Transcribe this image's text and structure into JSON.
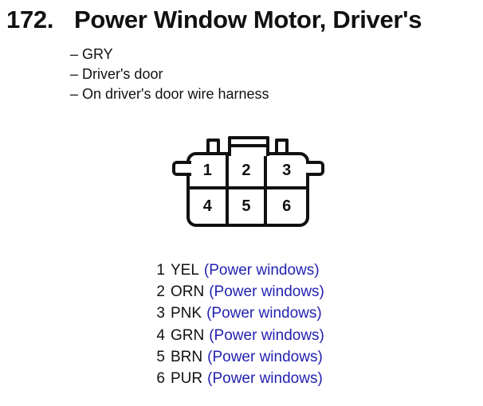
{
  "page": {
    "heading_number": "172.",
    "heading_title": "Power Window Motor, Driver's",
    "bullet_dash": "–",
    "details": [
      "GRY",
      "Driver's door",
      "On driver's door wire harness"
    ]
  },
  "connector": {
    "pins": [
      "1",
      "2",
      "3",
      "4",
      "5",
      "6"
    ]
  },
  "pin_list": [
    {
      "pin": "1",
      "color_code": "YEL",
      "circuit": "(Power windows)"
    },
    {
      "pin": "2",
      "color_code": "ORN",
      "circuit": "(Power windows)"
    },
    {
      "pin": "3",
      "color_code": "PNK",
      "circuit": "(Power windows)"
    },
    {
      "pin": "4",
      "color_code": "GRN",
      "circuit": "(Power windows)"
    },
    {
      "pin": "5",
      "color_code": "BRN",
      "circuit": "(Power windows)"
    },
    {
      "pin": "6",
      "color_code": "PUR",
      "circuit": "(Power windows)"
    }
  ],
  "colors": {
    "ink": "#111111",
    "link_blue": "#2222b2",
    "background": "#ffffff"
  }
}
